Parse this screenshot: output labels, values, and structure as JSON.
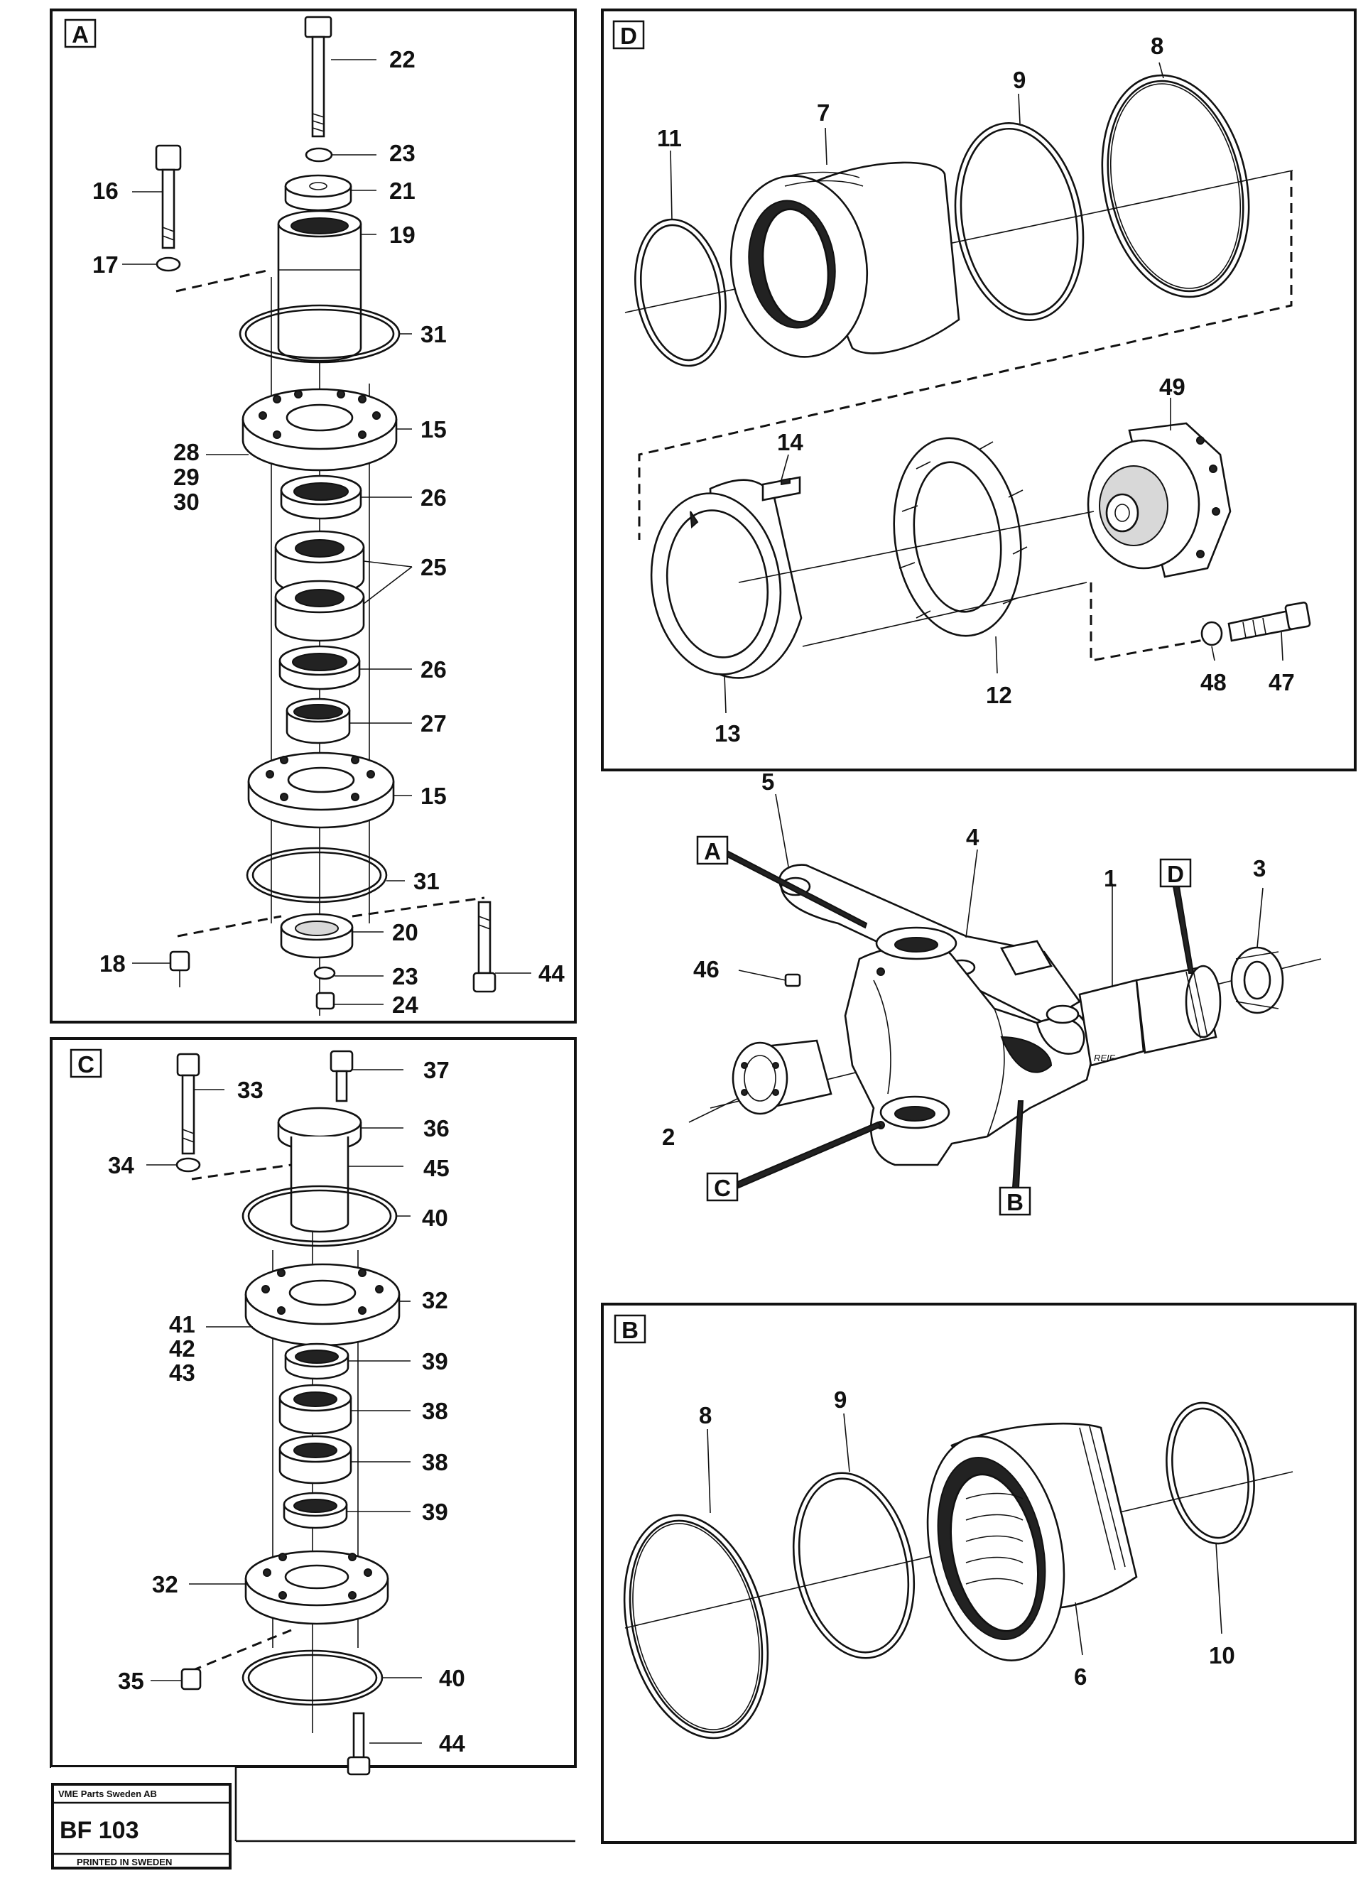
{
  "sections": {
    "A": "A",
    "B": "B",
    "C": "C",
    "D": "D"
  },
  "refs": {
    "A": "A",
    "B": "B",
    "C": "C",
    "D": "D"
  },
  "panel_a": {
    "l22": "22",
    "l23a": "23",
    "l21": "21",
    "l16": "16",
    "l19": "19",
    "l17": "17",
    "l31a": "31",
    "l15a": "15",
    "l28": "28",
    "l29": "29",
    "l30": "30",
    "l26a": "26",
    "l25": "25",
    "l26b": "26",
    "l27": "27",
    "l15b": "15",
    "l31b": "31",
    "l20": "20",
    "l18": "18",
    "l44": "44",
    "l23b": "23",
    "l24": "24"
  },
  "panel_c": {
    "l37": "37",
    "l33": "33",
    "l36": "36",
    "l34": "34",
    "l45": "45",
    "l40a": "40",
    "l32a": "32",
    "l41": "41",
    "l42": "42",
    "l43": "43",
    "l39a": "39",
    "l38a": "38",
    "l38b": "38",
    "l39b": "39",
    "l32b": "32",
    "l35": "35",
    "l40b": "40",
    "l44": "44"
  },
  "panel_d": {
    "l8": "8",
    "l9": "9",
    "l7": "7",
    "l11": "11",
    "l49": "49",
    "l14": "14",
    "l13": "13",
    "l12": "12",
    "l48": "48",
    "l47": "47"
  },
  "main_view": {
    "l5": "5",
    "l4": "4",
    "l1": "1",
    "l3": "3",
    "l46": "46",
    "l2": "2",
    "stamp": "REIF"
  },
  "panel_b": {
    "l8": "8",
    "l9": "9",
    "l6": "6",
    "l10": "10"
  },
  "title_block": {
    "company": "VME Parts Sweden AB",
    "code": "BF 103",
    "printed": "PRINTED IN SWEDEN"
  }
}
